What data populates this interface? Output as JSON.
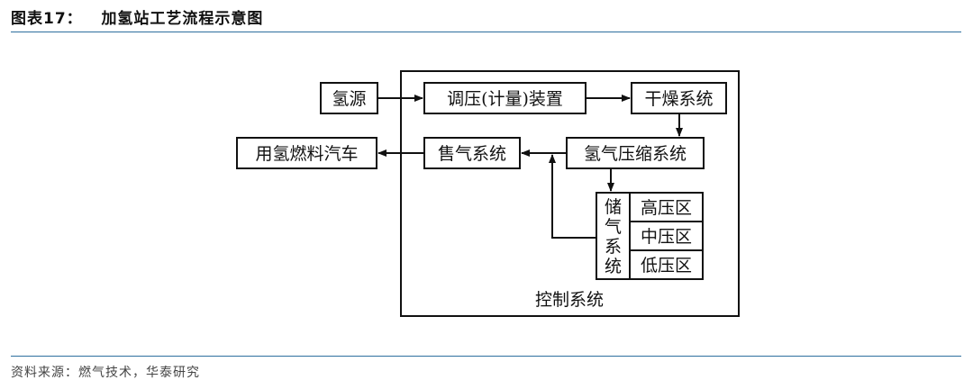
{
  "header": {
    "title_label": "图表17：",
    "title_text": "加氢站工艺流程示意图"
  },
  "diagram": {
    "hydrogen_source": "氢源",
    "pressure_regulation": "调压(计量)装置",
    "drying_system": "干燥系统",
    "compression_system": "氢气压缩系统",
    "dispensing_system": "售气系统",
    "fuel_cell_vehicle": "用氢燃料汽车",
    "storage_system_chars": [
      "储",
      "气",
      "系",
      "统"
    ],
    "storage_high": "高压区",
    "storage_mid": "中压区",
    "storage_low": "低压区",
    "control_system": "控制系统"
  },
  "footer": {
    "source": "资料来源：燃气技术，华泰研究"
  }
}
